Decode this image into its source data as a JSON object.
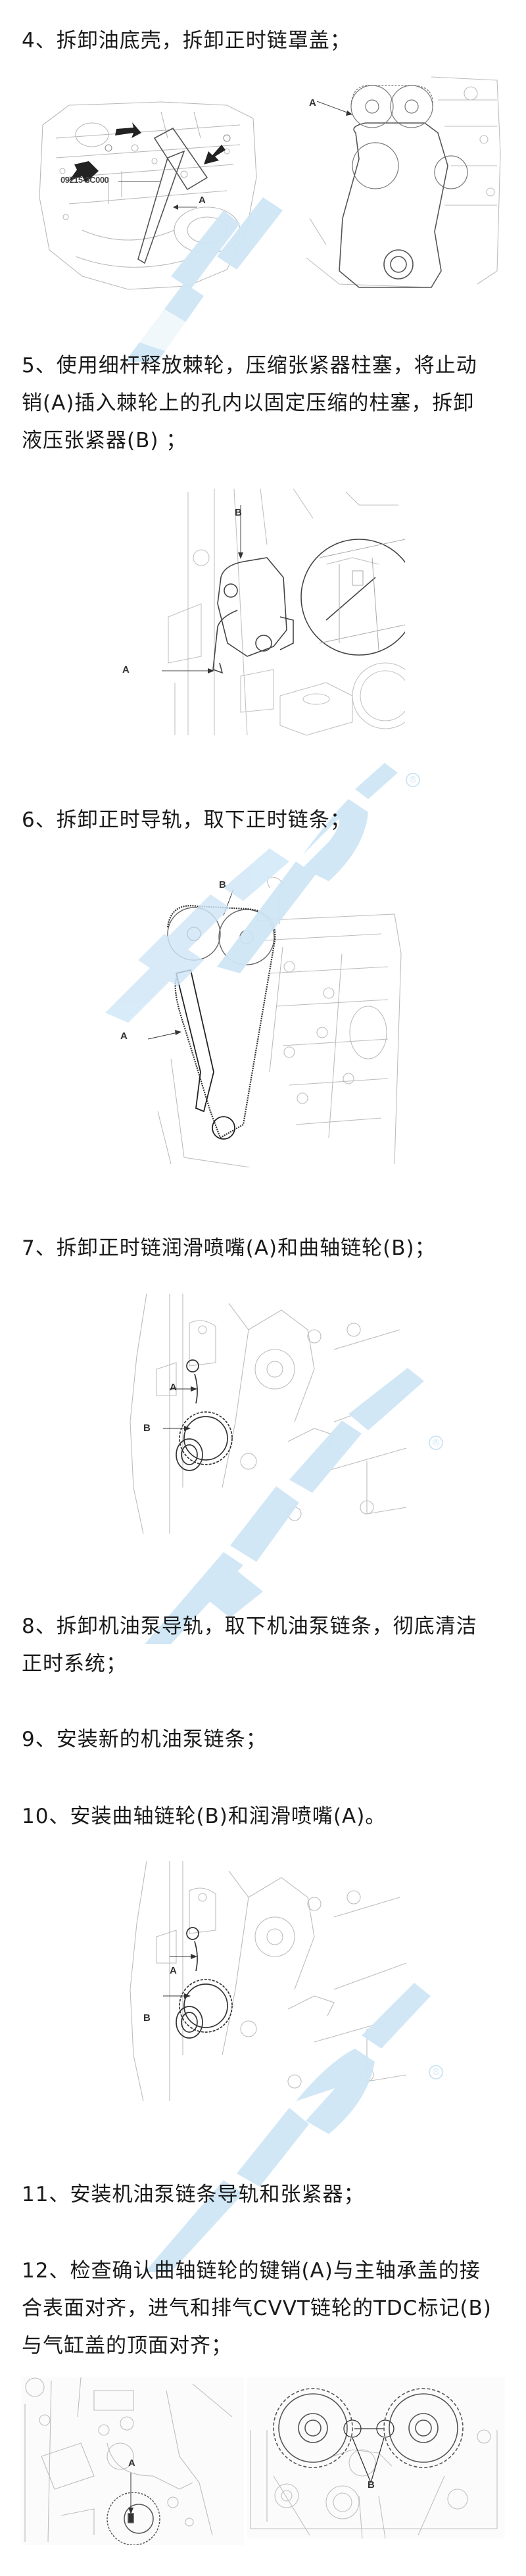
{
  "document": {
    "language": "zh-CN",
    "watermark": {
      "brand": "DAYCO",
      "mark": "®",
      "color": "#cfe6f6"
    },
    "text_color": "#1a1a1a"
  },
  "steps": [
    {
      "number": "4",
      "lines": [
        "4、拆卸油底壳，拆卸正时链罩盖；"
      ]
    },
    {
      "number": "5",
      "lines": [
        "5、使用细杆释放棘轮，压缩张紧器柱塞，将止动",
        "销(A)插入棘轮上的孔内以固定压缩的柱塞，拆卸",
        "液压张紧器(B) ；"
      ]
    },
    {
      "number": "6",
      "lines": [
        "6、拆卸正时导轨，取下正时链条；"
      ]
    },
    {
      "number": "7",
      "lines": [
        "7、拆卸正时链润滑喷嘴(A)和曲轴链轮(B)；"
      ]
    },
    {
      "number": "8",
      "lines": [
        "8、拆卸机油泵导轨，取下机油泵链条，彻底清洁",
        "正时系统；"
      ]
    },
    {
      "number": "9",
      "lines": [
        "9、安装新的机油泵链条；"
      ]
    },
    {
      "number": "10",
      "lines": [
        "10、安装曲轴链轮(B)和润滑喷嘴(A)。"
      ]
    },
    {
      "number": "11",
      "lines": [
        "11、安装机油泵链条导轨和张紧器；"
      ]
    },
    {
      "number": "12",
      "lines": [
        "12、检查确认曲轴链轮的键销(A)与主轴承盖的接",
        "合表面对齐，进气和排气CVVT链轮的TDC标记(B)",
        "与气缸盖的顶面对齐；"
      ]
    }
  ],
  "figures": {
    "fig4_left": {
      "caption": "oil pan removal with special tool",
      "part_number": "09215-3C000",
      "callouts": [
        "A"
      ],
      "markers": [
        "1",
        "2"
      ]
    },
    "fig4_right": {
      "caption": "timing chain cover",
      "callouts": [
        "A"
      ]
    },
    "fig5": {
      "caption": "hydraulic tensioner with stopper pin",
      "callouts": [
        "A",
        "B"
      ]
    },
    "fig6": {
      "caption": "timing guide rail and chain",
      "callouts": [
        "A",
        "B"
      ]
    },
    "fig7": {
      "caption": "lubrication jet and crankshaft sprocket",
      "callouts": [
        "A",
        "B"
      ]
    },
    "fig10": {
      "caption": "install crankshaft sprocket and jet",
      "callouts": [
        "A",
        "B"
      ]
    },
    "fig12_left": {
      "caption": "crankshaft key alignment",
      "callouts": [
        "A"
      ]
    },
    "fig12_right": {
      "caption": "CVVT sprocket TDC marks",
      "callouts": [
        "B"
      ]
    }
  }
}
